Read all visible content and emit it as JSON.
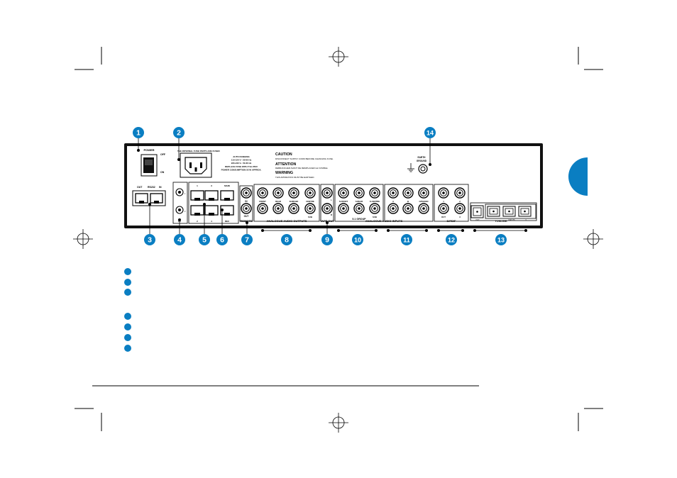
{
  "panel": {
    "power_title": "POWER",
    "power_off": "OFF",
    "power_on": "ON",
    "mains_caption": "THE INTERNAL FUSE PARTS ARE FUSED",
    "mains_rating": [
      "AUTO RANGING",
      "110-120 V~ 50-60 Hz",
      "220-240 V~ 50-60 Hz",
      "REPLACE FUSE WITH T1A 250V",
      "POWER CONSUMPTION 50 W APPROX."
    ],
    "caution_title": "CAUTION",
    "caution_text": "DISCONNECT SUPPLY CORD BEFORE CHANGING FUSE.",
    "attention_title": "ATTENTION",
    "attention_text": "DEBRANCHER AVANT DE REMPLACER LE FUSIBLE.",
    "warning_title": "WARNING",
    "warning_text": "THIS APPARATUS MUST BE EARTHED.",
    "earth_label": [
      "EARTH",
      "GROUND"
    ],
    "rs232_out": "OUT",
    "rs232_title": "RS232",
    "rs232_in": "IN",
    "ir_label": "IR",
    "ir_tiny": [
      "1",
      "2"
    ],
    "ports_top": [
      "1",
      "3",
      "MAIN"
    ],
    "ports_bottom": [
      "2",
      "4",
      "REC"
    ],
    "remote_in": "IN",
    "remote_out": "OUT",
    "remote_label": "REMOTE",
    "analogue_out_top": [
      "FRONT",
      "REAR",
      "SURR.BK",
      "CENTRE"
    ],
    "analogue_out_bottom": [
      "",
      "",
      "",
      "SUB"
    ],
    "analogue_out_label": "ANALOGUE AUDIO OUTPUTS",
    "tape_out_label": "TAPE OUT",
    "tape_letters": [
      "L",
      "R"
    ],
    "group51_top": [
      "S.FRONT",
      "S.REAR",
      "S.CENTRE"
    ],
    "group51_bottom": [
      "",
      "",
      "SUB"
    ],
    "group51_label": "5.1 GROUP",
    "inputs_top": [
      "A",
      "B",
      "C/PHONO"
    ],
    "analogue_in_label": "ANALOGUE AUDIO INPUTS",
    "spdif_top": [
      "1",
      "2"
    ],
    "spdif_bottom": [
      "OUT",
      "3"
    ],
    "spdif_label": "S/PDIF",
    "toslink_small": [
      "OUT",
      "INPUTS",
      "3"
    ],
    "toslink_label": "TOSLINK"
  },
  "callouts": [
    "1",
    "2",
    "3",
    "4",
    "5",
    "6",
    "7",
    "8",
    "9",
    "10",
    "11",
    "12",
    "13",
    "14"
  ],
  "colors": {
    "accent": "#0a7ec2",
    "ink": "#111111",
    "panel_fill": "#ffffff",
    "crop_marks": "#000000"
  }
}
